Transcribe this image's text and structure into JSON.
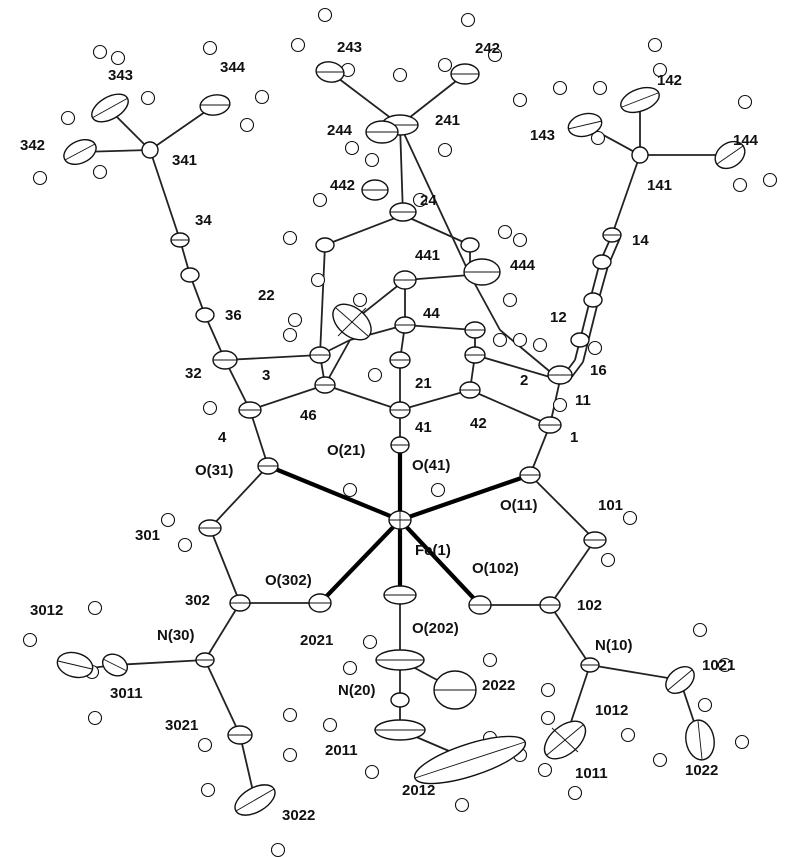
{
  "labels": {
    "c243": "243",
    "c242": "242",
    "c343": "343",
    "c344": "344",
    "c142": "142",
    "c342": "342",
    "c244": "244",
    "c241": "241",
    "c143": "143",
    "c144": "144",
    "c341": "341",
    "c141": "141",
    "c442": "442",
    "c24": "24",
    "c34": "34",
    "c14": "14",
    "c441": "441",
    "c444": "444",
    "c22": "22",
    "c36": "36",
    "c44": "44",
    "c12": "12",
    "c32": "32",
    "c3": "3",
    "c21": "21",
    "c2": "2",
    "c16": "16",
    "c46": "46",
    "c11": "11",
    "c4": "4",
    "c41": "41",
    "c42": "42",
    "c1": "1",
    "o21": "O(21)",
    "o41": "O(41)",
    "o31": "O(31)",
    "o11": "O(11)",
    "c101": "101",
    "c301": "301",
    "fe1": "Fe(1)",
    "o302": "O(302)",
    "o102": "O(102)",
    "c302": "302",
    "c102": "102",
    "c3012": "3012",
    "o202": "O(202)",
    "n30": "N(30)",
    "c2021": "2021",
    "n10": "N(10)",
    "c1021": "1021",
    "c3011": "3011",
    "n20": "N(20)",
    "c2022": "2022",
    "c1012": "1012",
    "c3021": "3021",
    "c2011": "2011",
    "c1011": "1011",
    "c1022": "1022",
    "c2012": "2012",
    "c3022": "3022"
  }
}
